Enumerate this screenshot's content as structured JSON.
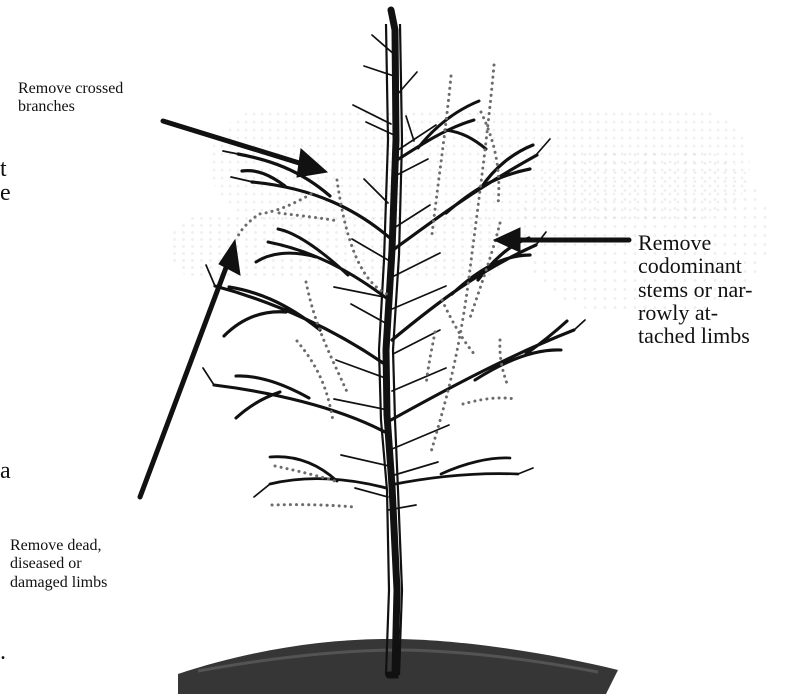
{
  "labels": {
    "crossed_branches": "Remove crossed\nbranches",
    "codominant_stems": "Remove\ncodominant\nstems or nar-\nrowly at-\ntached limbs",
    "dead_limbs": "Remove dead,\ndiseased or\ndamaged limbs"
  },
  "fragments": {
    "left_top_1": "t",
    "left_top_2": "e",
    "left_mid": "a",
    "left_bottom": "."
  },
  "colors": {
    "ink": "#111111",
    "dotted": "#6c6c6c",
    "ground": "#2b2b2b",
    "speckle": "#9a9a9a"
  }
}
